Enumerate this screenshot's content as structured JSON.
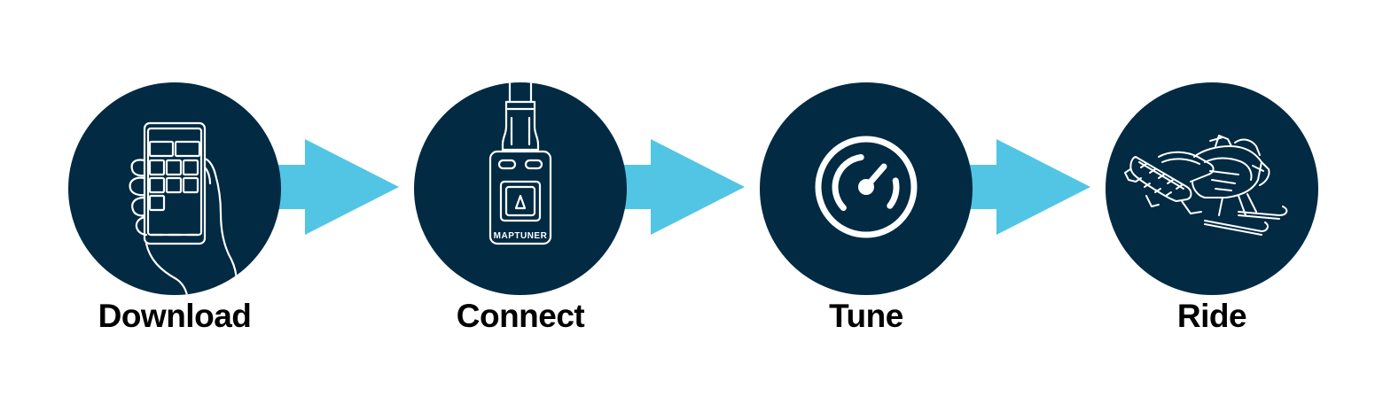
{
  "colors": {
    "circle": "#022a43",
    "arrow": "#52c5e4",
    "icon_stroke": "#ffffff",
    "label": "#000000"
  },
  "steps": [
    {
      "label": "Download",
      "icon": "phone-in-hand-icon"
    },
    {
      "label": "Connect",
      "icon": "maptuner-device-icon",
      "device_brand": "MAPTUNER"
    },
    {
      "label": "Tune",
      "icon": "gauge-icon"
    },
    {
      "label": "Ride",
      "icon": "snowmobile-icon"
    }
  ]
}
